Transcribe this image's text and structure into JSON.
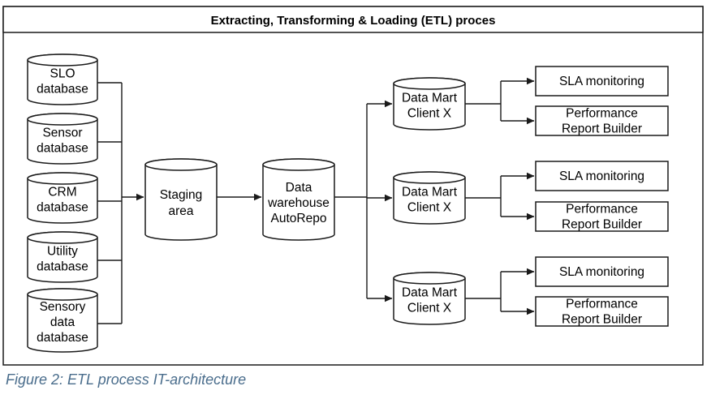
{
  "title": "Extracting, Transforming & Loading (ETL) proces",
  "sources": [
    {
      "lines": [
        "SLO",
        "database"
      ]
    },
    {
      "lines": [
        "Sensor",
        "database"
      ]
    },
    {
      "lines": [
        "CRM",
        "database"
      ]
    },
    {
      "lines": [
        "Utility",
        "database"
      ]
    },
    {
      "lines": [
        "Sensory",
        "data",
        "database"
      ]
    }
  ],
  "staging": {
    "lines": [
      "Staging",
      "area"
    ]
  },
  "warehouse": {
    "lines": [
      "Data",
      "warehouse",
      "AutoRepo"
    ]
  },
  "marts": [
    {
      "lines": [
        "Data Mart",
        "Client X"
      ],
      "outputs": [
        {
          "lines": [
            "SLA monitoring"
          ]
        },
        {
          "lines": [
            "Performance",
            "Report Builder"
          ]
        }
      ]
    },
    {
      "lines": [
        "Data Mart",
        "Client X"
      ],
      "outputs": [
        {
          "lines": [
            "SLA monitoring"
          ]
        },
        {
          "lines": [
            "Performance",
            "Report Builder"
          ]
        }
      ]
    },
    {
      "lines": [
        "Data Mart",
        "Client X"
      ],
      "outputs": [
        {
          "lines": [
            "SLA monitoring"
          ]
        },
        {
          "lines": [
            "Performance",
            "Report Builder"
          ]
        }
      ]
    }
  ],
  "caption": "Figure 2: ETL process IT-architecture"
}
